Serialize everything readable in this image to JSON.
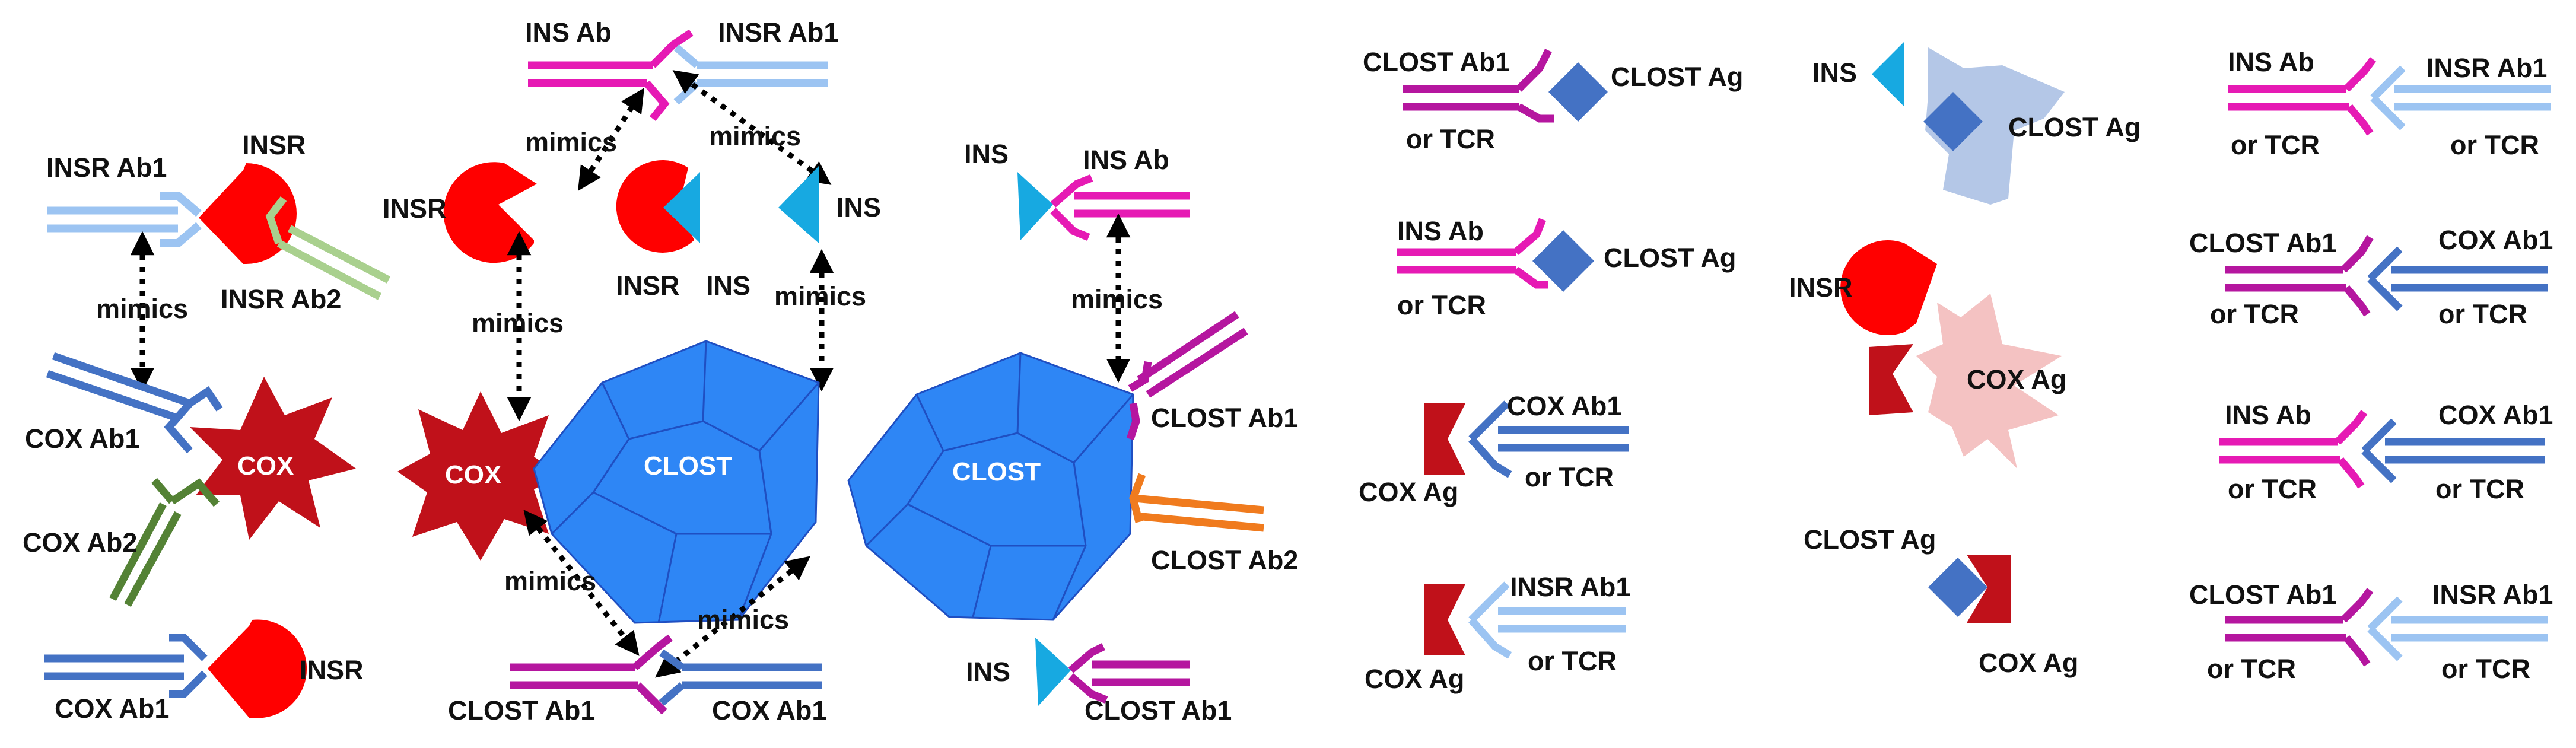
{
  "colors": {
    "insr": "#ff0000",
    "cox": "#c0111a",
    "clost": "#2e86f5",
    "clost_edge": "#1f4fc2",
    "ins": "#17a9e1",
    "ins_ab": "#e61ab4",
    "insr_ab1": "#9cc4f2",
    "insr_ab2": "#a9d08e",
    "cox_ab1": "#4472c4",
    "cox_ab2": "#548235",
    "clost_ab1": "#b5169f",
    "clost_ab2": "#f07b1e",
    "clost_ag": "#4472c4",
    "cox_ag": "#c0111a"
  },
  "panel_a": {
    "insr_ab1": "INSR Ab1",
    "insr": "INSR",
    "insr_ab2": "INSR Ab2",
    "mimics": "mimics",
    "cox_ab1": "COX Ab1",
    "cox": "COX",
    "cox_ab2": "COX Ab2",
    "cox_ab1_bottom": "COX Ab1",
    "insr_bottom": "INSR"
  },
  "panel_b": {
    "ins_ab": "INS Ab",
    "insr_ab1": "INSR Ab1",
    "mimics_tl": "mimics",
    "mimics_tr": "mimics",
    "insr": "INSR",
    "insr_pair": "INSR",
    "ins_pair": "INS",
    "ins": "INS",
    "mimics_l": "mimics",
    "mimics_r": "mimics",
    "cox": "COX",
    "clost": "CLOST",
    "mimics_bl": "mimics",
    "mimics_br": "mimics",
    "clost_ab1": "CLOST Ab1",
    "cox_ab1": "COX Ab1"
  },
  "panel_c": {
    "ins": "INS",
    "ins_ab": "INS Ab",
    "mimics": "mimics",
    "clost": "CLOST",
    "clost_ab1": "CLOST Ab1",
    "clost_ab2": "CLOST Ab2",
    "ins_bottom": "INS",
    "clost_ab1_bottom": "CLOST Ab1"
  },
  "panel_d": {
    "r1_left": "CLOST Ab1",
    "r1_sub": "or TCR",
    "r1_right": "CLOST Ag",
    "r2_left": "INS Ab",
    "r2_sub": "or TCR",
    "r2_right": "CLOST Ag",
    "r3_right": "COX Ab1",
    "r3_sub": "or TCR",
    "r3_left": "COX Ag",
    "r4_right": "INSR Ab1",
    "r4_sub": "or TCR",
    "r4_left": "COX Ag"
  },
  "panel_e": {
    "ins": "INS",
    "clost_ag_top": "CLOST Ag",
    "insr": "INSR",
    "cox_ag": "COX Ag",
    "clost_ag": "CLOST Ag",
    "cox_ag_bottom": "COX Ag"
  },
  "panel_f": {
    "r1_left": "INS Ab",
    "r1_right": "INSR Ab1",
    "r1_sub_l": "or TCR",
    "r1_sub_r": "or TCR",
    "r2_left": "CLOST Ab1",
    "r2_right": "COX Ab1",
    "r2_sub_l": "or TCR",
    "r2_sub_r": "or TCR",
    "r3_left": "INS Ab",
    "r3_right": "COX Ab1",
    "r3_sub_l": "or TCR",
    "r3_sub_r": "or TCR",
    "r4_left": "CLOST Ab1",
    "r4_right": "INSR Ab1",
    "r4_sub_l": "or TCR",
    "r4_sub_r": "or TCR"
  }
}
